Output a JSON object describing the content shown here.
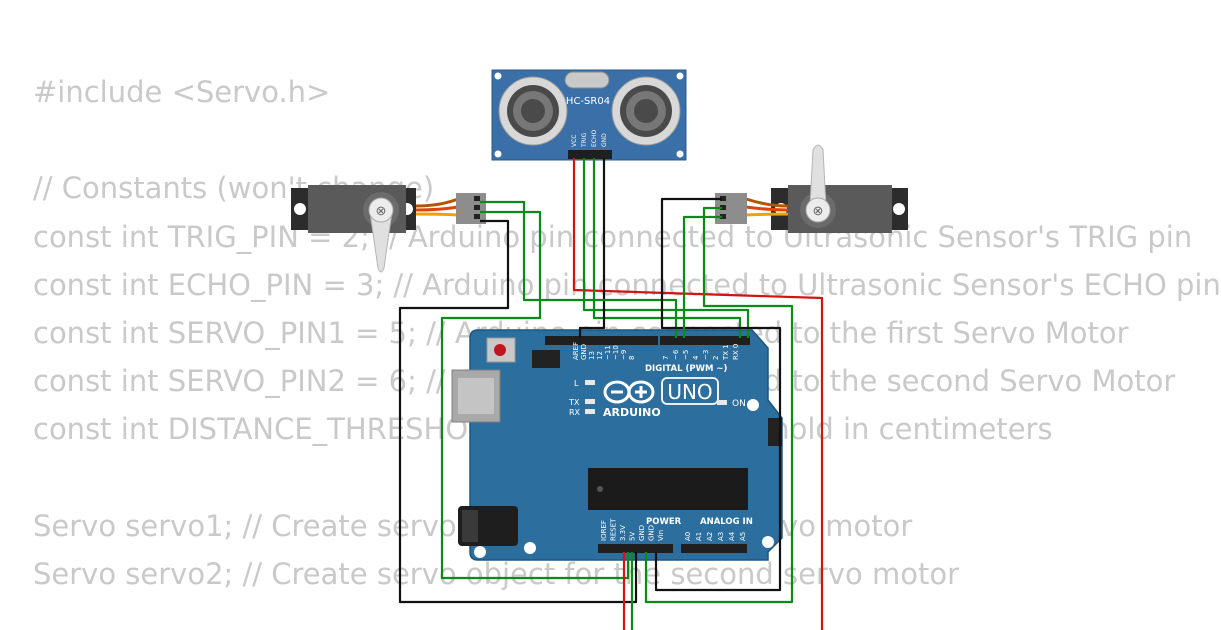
{
  "code_lines": [
    "#include <Servo.h>",
    "",
    "// Constants (won't change)",
    "const int TRIG_PIN = 2; // Arduino pin connected to Ultrasonic Sensor's TRIG pin",
    "const int ECHO_PIN = 3; // Arduino pin connected to Ultrasonic Sensor's ECHO pin",
    "const int SERVO_PIN1 = 5; // Arduino pin connected to the first Servo Motor",
    "const int SERVO_PIN2 = 6; // Arduino pin connected to the second Servo Motor",
    "const int DISTANCE_THRESHOLD = 50; // The threshold in centimeters",
    "",
    "Servo servo1; // Create servo object for the first servo motor",
    "Servo servo2; // Create servo object for the second servo motor"
  ],
  "sensor": {
    "model": "HC-SR04",
    "pins": [
      "VCC",
      "TRIG",
      "ECHO",
      "GND"
    ]
  },
  "board": {
    "brand": "ARDUINO",
    "model": "UNO",
    "digital_header": "DIGITAL (PWM ~)",
    "power_header": "POWER",
    "analog_header": "ANALOG IN",
    "on_label": "ON",
    "l_label": "L",
    "tx_label": "TX",
    "rx_label": "RX",
    "digital_pins": [
      "AREF",
      "GND",
      "13",
      "12",
      "~11",
      "~10",
      "~9",
      "8",
      "7",
      "~6",
      "~5",
      "4",
      "~3",
      "2",
      "TX 1",
      "RX 0"
    ],
    "power_pins": [
      "IOREF",
      "RESET",
      "3.3V",
      "5V",
      "GND",
      "GND",
      "Vin"
    ],
    "analog_pins": [
      "A0",
      "A1",
      "A2",
      "A3",
      "A4",
      "A5"
    ]
  },
  "colors": {
    "board": "#2c6e9e",
    "sensor": "#3a6fa8",
    "servo_body": "#5a5a5a",
    "wire_green": "#0a8a16",
    "wire_black": "#111111",
    "wire_red": "#d41212",
    "code_text": "#c9c9c9"
  }
}
